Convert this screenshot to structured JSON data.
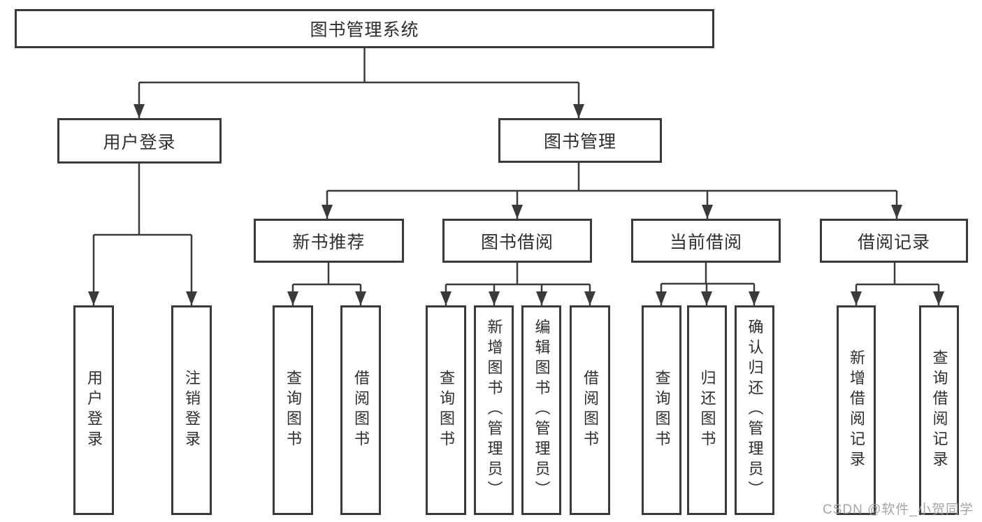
{
  "tree": {
    "root": "图书管理系统",
    "user": {
      "label": "用户登录",
      "children": [
        "用户登录",
        "注销登录"
      ]
    },
    "mgmt": {
      "label": "图书管理",
      "sections": [
        {
          "label": "新书推荐",
          "children": [
            "查询图书",
            "借阅图书"
          ]
        },
        {
          "label": "图书借阅",
          "children": [
            "查询图书",
            "新增图书（管理员）",
            "编辑图书（管理员）",
            "借阅图书"
          ]
        },
        {
          "label": "当前借阅",
          "children": [
            "查询图书",
            "归还图书",
            "确认归还（管理员）"
          ]
        },
        {
          "label": "借阅记录",
          "children": [
            "新增借阅记录",
            "查询借阅记录"
          ]
        }
      ]
    }
  },
  "watermark": "CSDN @软件_小贺同学",
  "colors": {
    "line": "#3a3a3a",
    "text": "#2f2f2f",
    "watermark": "#9b9ba1"
  }
}
